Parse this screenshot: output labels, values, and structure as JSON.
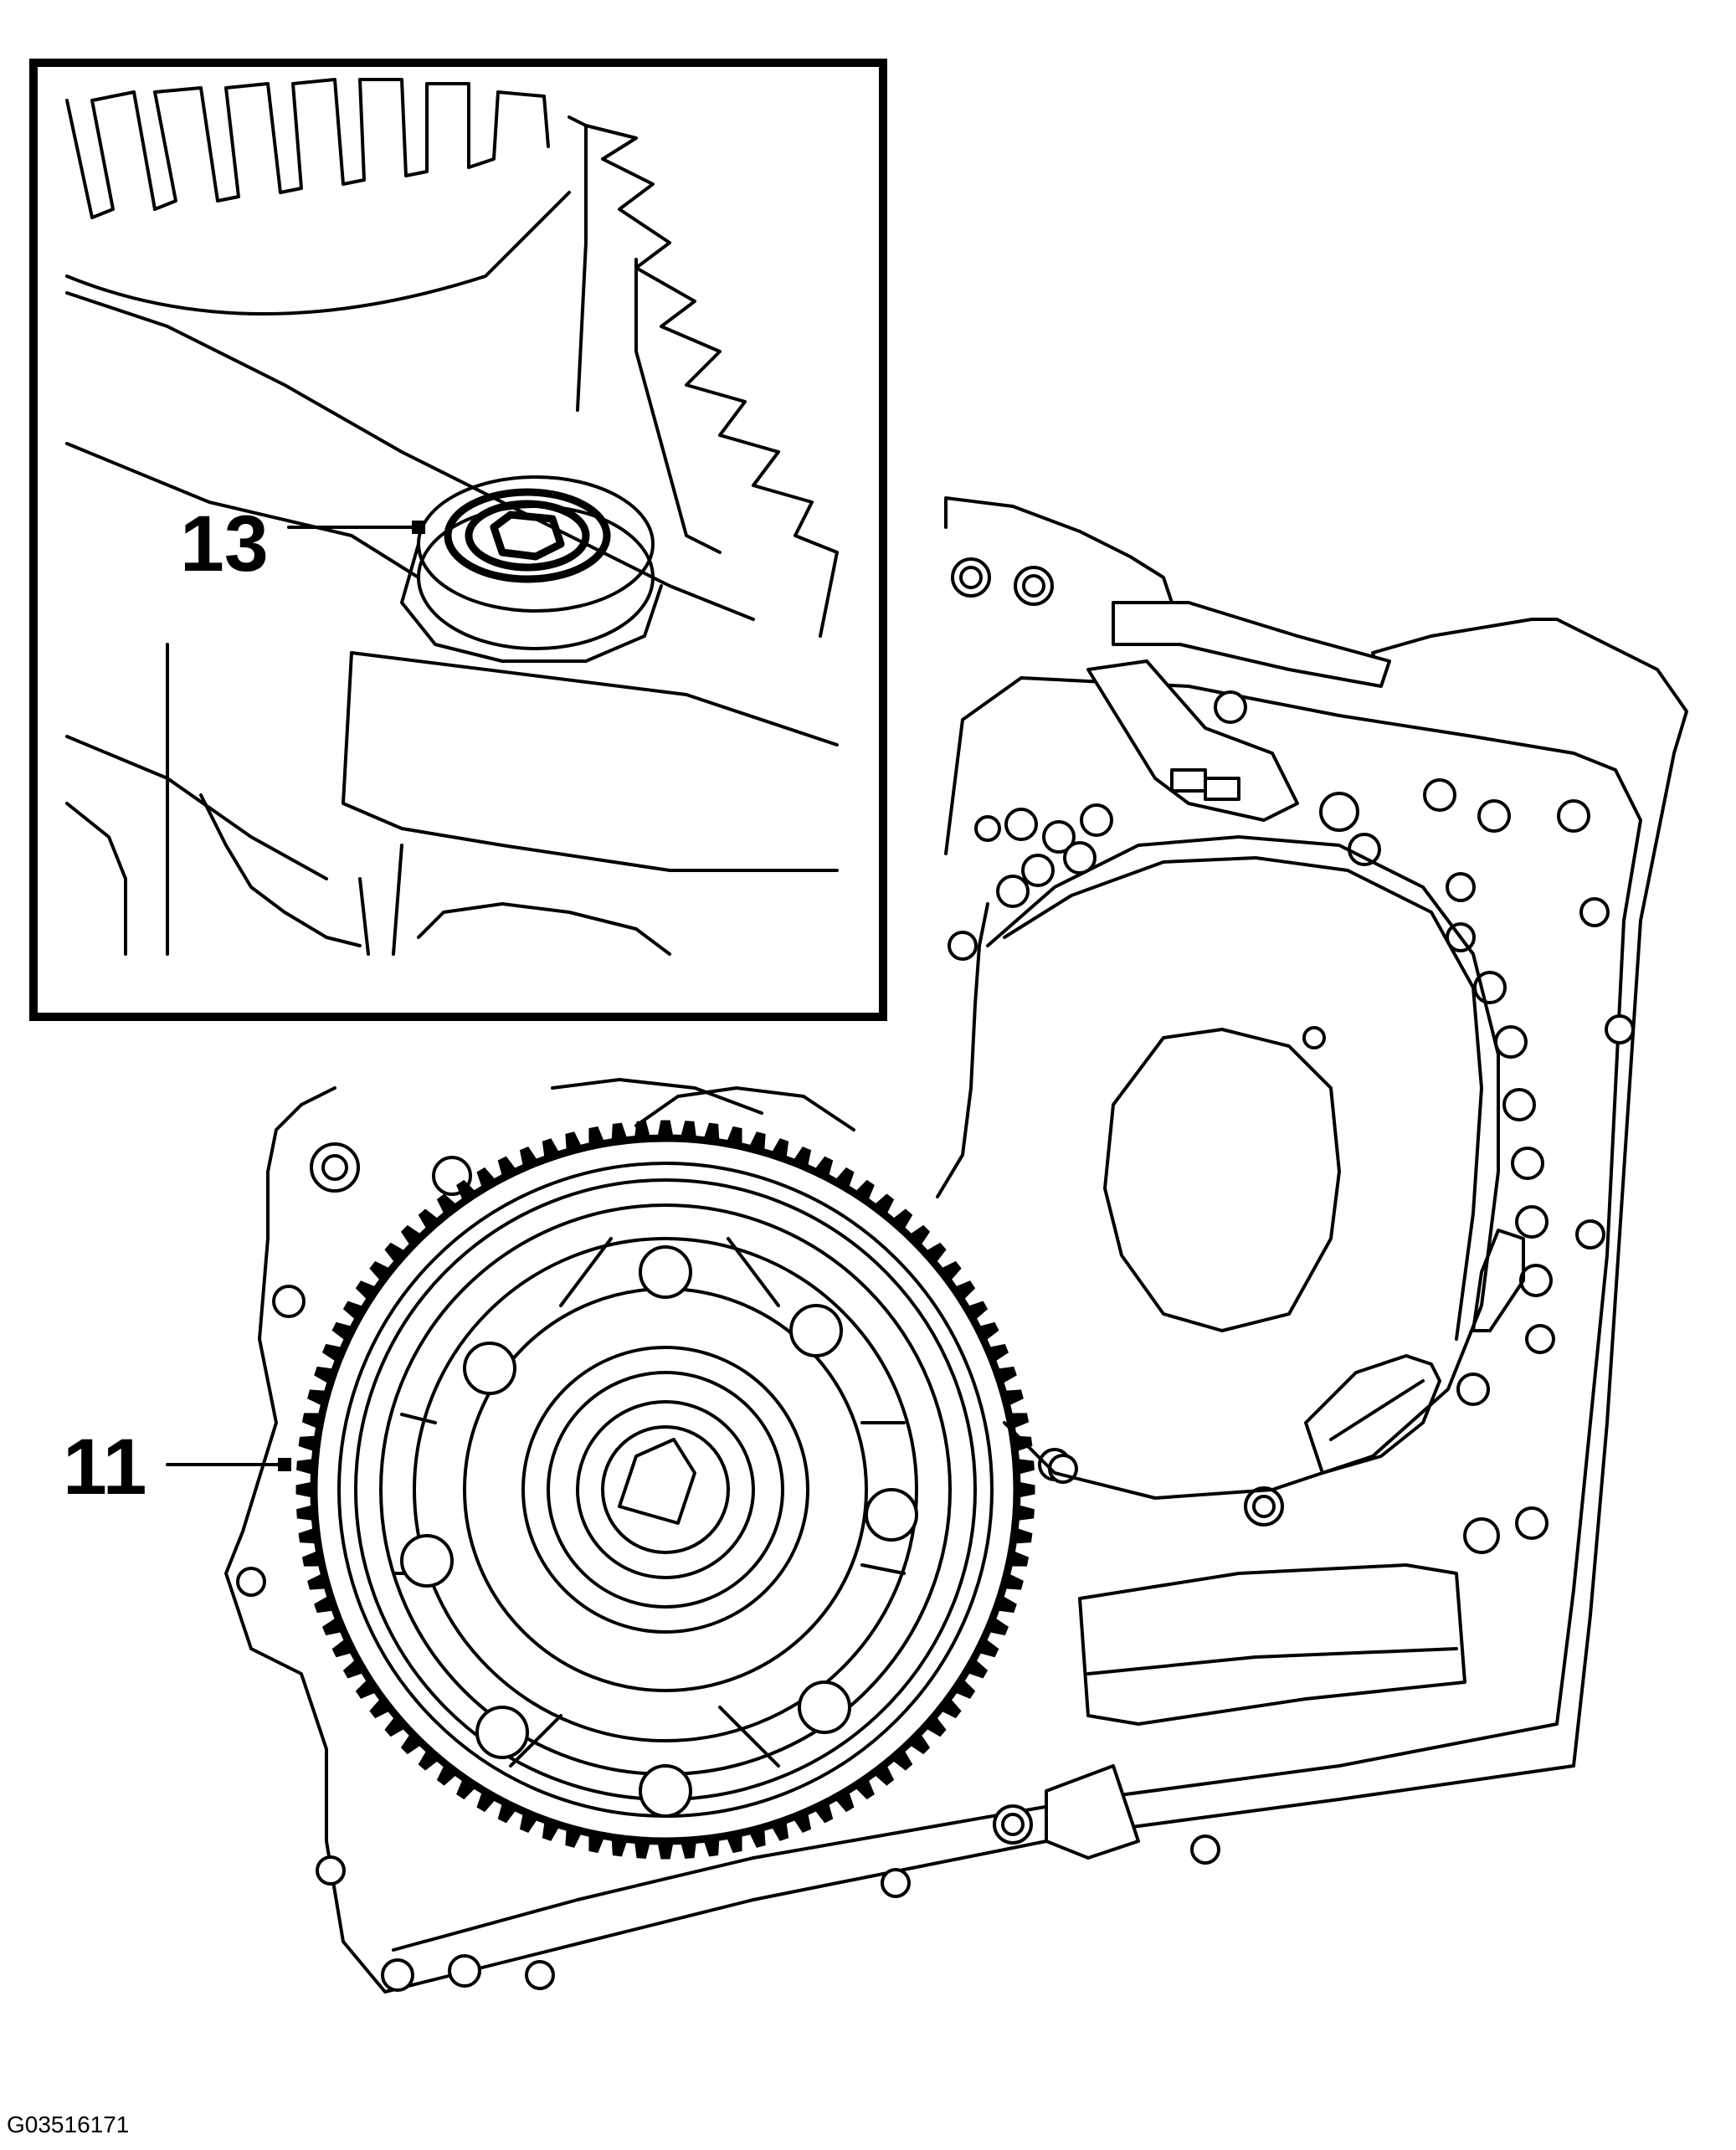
{
  "figure": {
    "callouts": [
      {
        "id": "callout-13",
        "label": "13"
      },
      {
        "id": "callout-11",
        "label": "11"
      }
    ],
    "figure_id": "G03516171",
    "colors": {
      "ink": "#000000",
      "paper": "#ffffff"
    }
  }
}
